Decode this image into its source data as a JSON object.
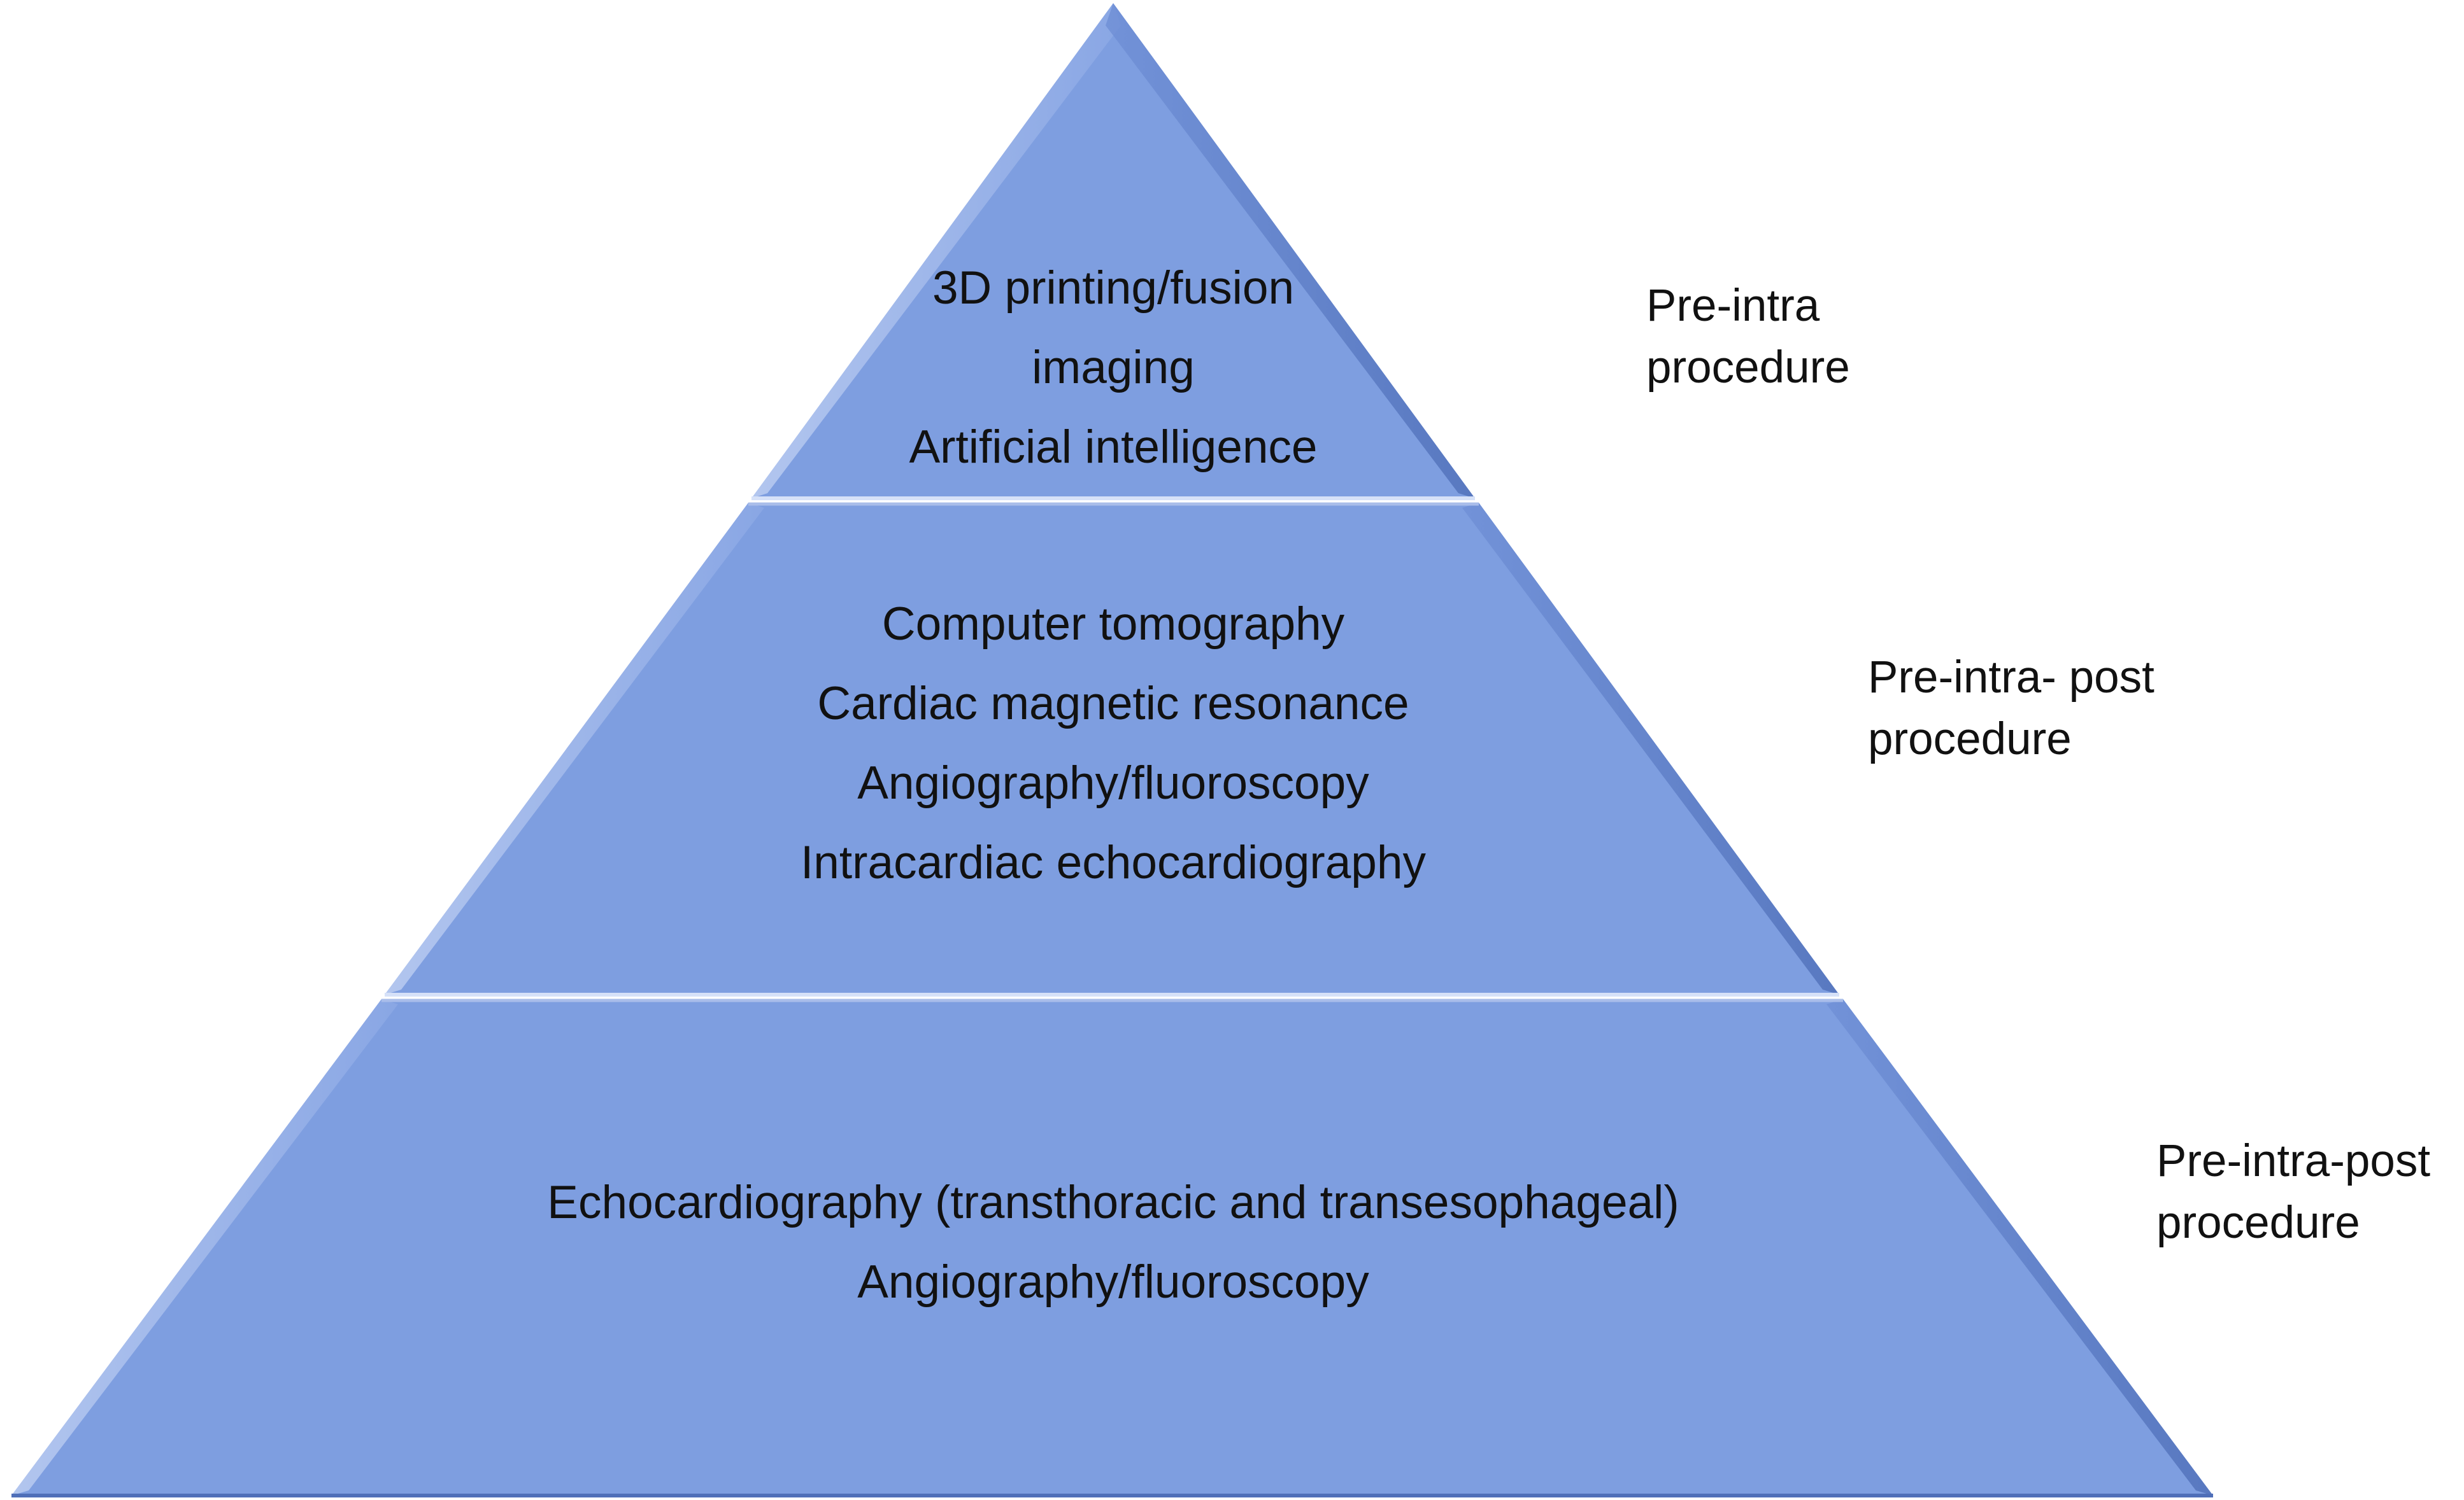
{
  "diagram": {
    "fill_color": "#7e9ee0",
    "edge_light_color": "#b7c9f0",
    "edge_dark_color": "#4f6fb8",
    "tiers": [
      {
        "lines": [
          "3D printing/fusion",
          "imaging",
          "Artificial intelligence"
        ],
        "side_label": [
          "Pre-intra",
          "procedure"
        ]
      },
      {
        "lines": [
          "Computer tomography",
          "Cardiac magnetic resonance",
          "Angiography/fluoroscopy",
          "Intracardiac echocardiography"
        ],
        "side_label": [
          "Pre-intra- post",
          "procedure"
        ]
      },
      {
        "lines": [
          "Echocardiography (transthoracic and transesophageal)",
          "Angiography/fluoroscopy"
        ],
        "side_label": [
          "Pre-intra-post",
          "procedure"
        ]
      }
    ]
  }
}
